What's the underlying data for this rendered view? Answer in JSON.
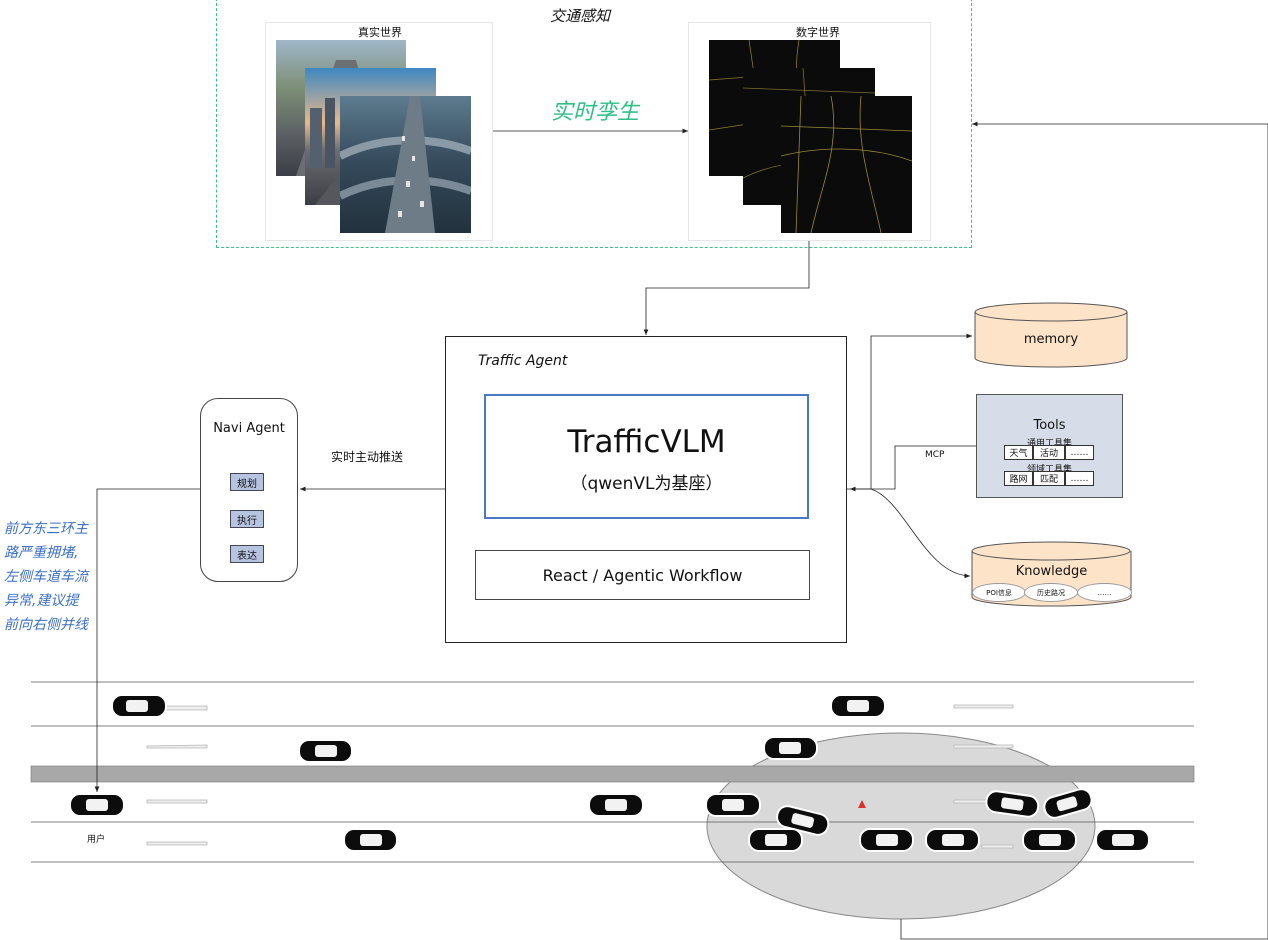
{
  "perception": {
    "title": "交通感知",
    "real_world_label": "真实世界",
    "digital_world_label": "数字世界",
    "twin_label": "实时孪生"
  },
  "traffic_agent": {
    "title": "Traffic Agent",
    "model_name": "TrafficVLM",
    "model_sub": "（qwenVL为基座）",
    "workflow": "React / Agentic Workflow"
  },
  "navi_agent": {
    "title": "Navi Agent",
    "buttons": [
      "规划",
      "执行",
      "表达"
    ]
  },
  "push_label": "实时主动推送",
  "mcp_label": "MCP",
  "memory_label": "memory",
  "tools": {
    "title": "Tools",
    "general_label": "通用工具集",
    "general_items": [
      "天气",
      "活动",
      "……"
    ],
    "domain_label": "领域工具集",
    "domain_items": [
      "路网",
      "匹配",
      "……"
    ]
  },
  "knowledge": {
    "title": "Knowledge",
    "items": [
      "POI信息",
      "历史路况",
      "……"
    ]
  },
  "advice_text": "前方东三环主路严重拥堵,左侧车道车流异常,建议提前向右侧并线",
  "user_label": "用户",
  "colors": {
    "dash_border": "#3fc08a",
    "twin_text": "#2fbf86",
    "vlm_border": "#4a78c2",
    "advice_text": "#3a6fc4",
    "memory_fill": "#fde3c8",
    "tools_fill": "#d7dde8",
    "median": "#a8a8a8",
    "congestion": "#d9d9d9"
  },
  "icons": [
    "car-icon",
    "lane-arrow-icon",
    "incident-warning-icon",
    "arrowhead-icon"
  ]
}
